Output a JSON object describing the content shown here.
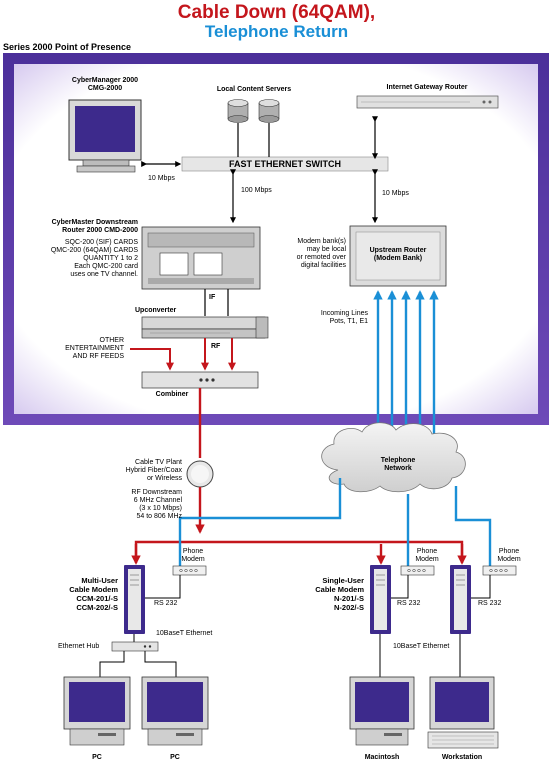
{
  "title": {
    "line1": "Cable Down (64QAM),",
    "line2": "Telephone Return"
  },
  "pop_label": "Series 2000 Point of Presence",
  "cybermanager": {
    "line1": "CyberManager 2000",
    "line2": "CMG-2000"
  },
  "local_servers": "Local Content Servers",
  "gateway_router": "Internet Gateway Router",
  "switch_label": "FAST ETHERNET SWITCH",
  "speed_10_left": "10 Mbps",
  "speed_100": "100 Mbps",
  "speed_10_right": "10 Mbps",
  "downstream_router": {
    "line1": "CyberMaster Downstream",
    "line2": "Router 2000 CMD-2000"
  },
  "cards": [
    "SQC-200 (SIF) CARDS",
    "QMC-200 (64QAM) CARDS",
    "QUANTITY 1 to 2",
    "Each QMC-200 card",
    "uses one TV channel."
  ],
  "modem_bank_note": [
    "Modem bank(s)",
    "may be local",
    "or remoted over",
    "digital facilities"
  ],
  "upstream_router": {
    "line1": "Upstream Router",
    "line2": "(Modem Bank)"
  },
  "incoming_lines": [
    "Incoming Lines",
    "Pots, T1, E1"
  ],
  "if_label": "IF",
  "rf_label": "RF",
  "upconverter": "Upconverter",
  "other_feeds": [
    "OTHER",
    "ENTERTAINMENT",
    "AND RF FEEDS"
  ],
  "combiner": "Combiner",
  "telephone_network": {
    "line1": "Telephone",
    "line2": "Network"
  },
  "cable_plant": [
    "Cable TV Plant",
    "Hybrid Fiber/Coax",
    "or Wireless"
  ],
  "rf_downstream": [
    "RF Downstream",
    "6 MHz Channel",
    "(3 x 10 Mbps)",
    "54 to 806 MHz"
  ],
  "phone_modem": [
    "Phone",
    "Modem"
  ],
  "rs232": "RS 232",
  "multi_user": [
    "Multi-User",
    "Cable Modem",
    "CCM-201/-S",
    "CCM-202/-S"
  ],
  "single_user": [
    "Single-User",
    "Cable Modem",
    "N-201/-S",
    "N-202/-S"
  ],
  "ethernet_10baset": "10BaseT Ethernet",
  "ethernet_hub": "Ethernet Hub",
  "computers": [
    "PC",
    "PC",
    "Macintosh",
    "Workstation"
  ],
  "colors": {
    "red": "#c4161c",
    "blue": "#1a8fd6",
    "purple": "#3d2a8c"
  }
}
